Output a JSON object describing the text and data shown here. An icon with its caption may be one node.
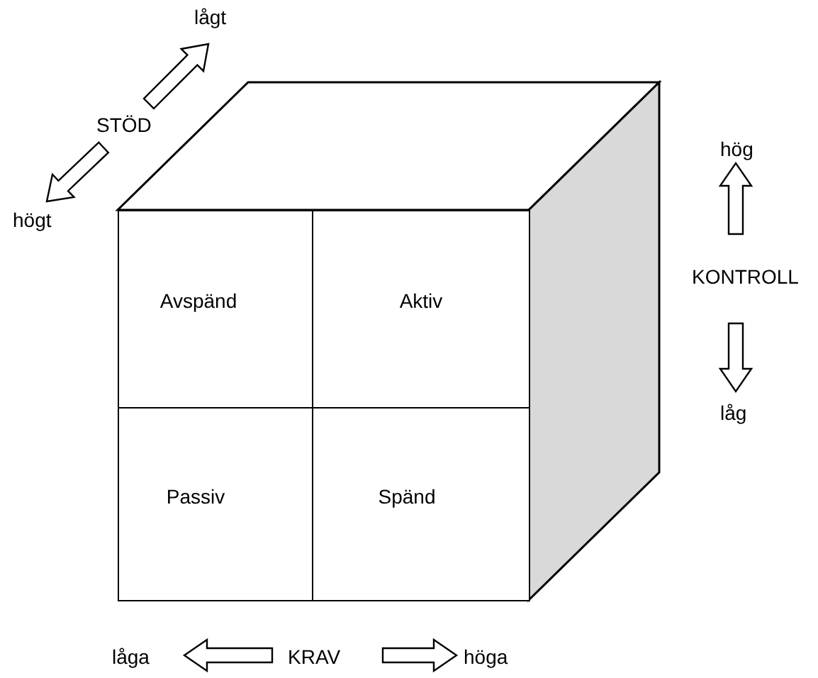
{
  "diagram": {
    "nodes": [
      {
        "text": [
          "Avspänd"
        ]
      },
      {
        "text": [
          "Aktiv"
        ]
      },
      {
        "text": [
          "Passiv"
        ]
      },
      {
        "text": [
          "Spänd"
        ]
      }
    ],
    "labels": [
      "lågt",
      "STÖD",
      "hög",
      "högt",
      "KONTROLL",
      "låg",
      "låga",
      "KRAV",
      "höga"
    ]
  }
}
